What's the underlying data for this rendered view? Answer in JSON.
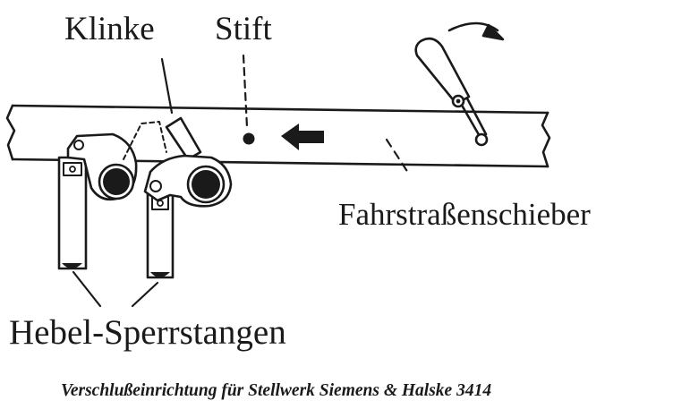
{
  "labels": {
    "klinke": "Klinke",
    "stift": "Stift",
    "schieber": "Fahrstraßenschieber",
    "sperrstangen": "Hebel-Sperrstangen"
  },
  "caption": "Verschlußeinrichtung für Stellwerk Siemens & Halske 3414",
  "colors": {
    "ink": "#1a1a1a",
    "paper": "#ffffff"
  },
  "icons": {
    "arrow": "arrow-left-icon",
    "rotation": "curved-arrow-icon"
  }
}
